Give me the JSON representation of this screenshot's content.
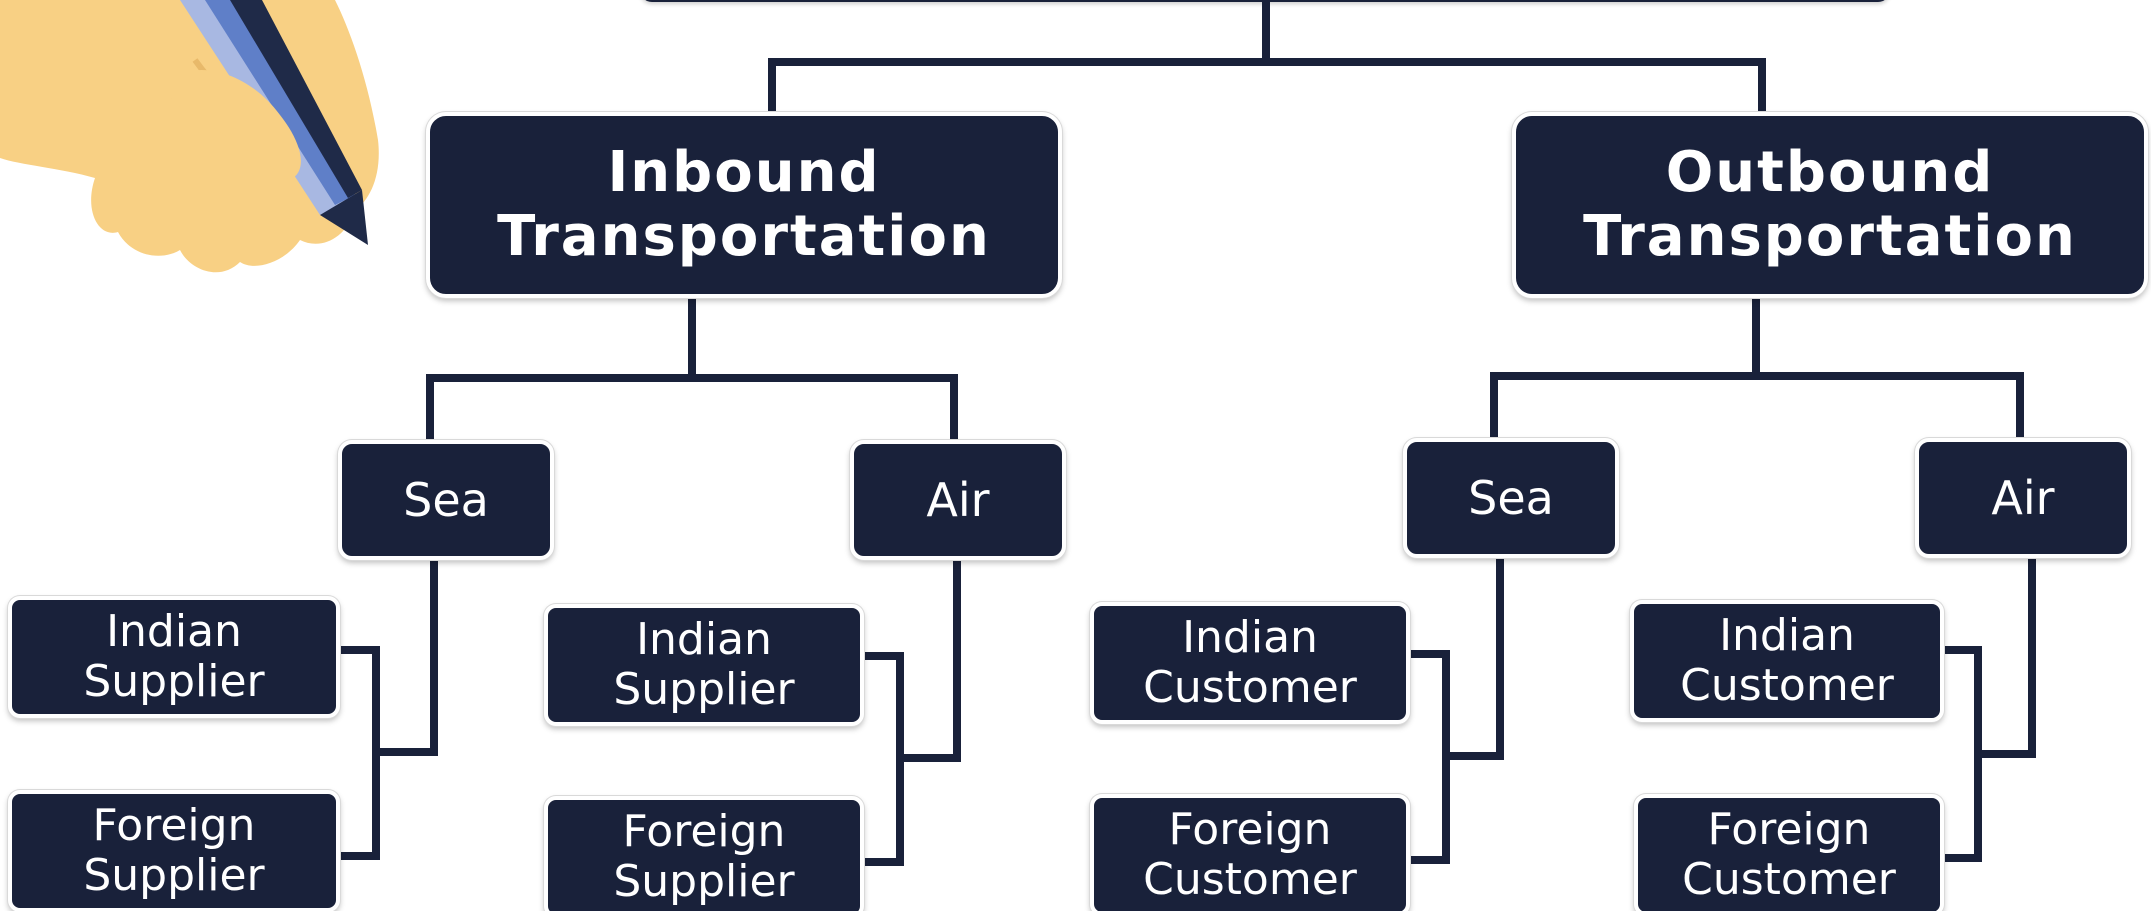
{
  "colors": {
    "box_fill": "#19213a",
    "box_text": "#ffffff",
    "connector": "#19213a",
    "hand_skin": "#f8d084",
    "pencil_dark": "#1f2a48",
    "pencil_blue": "#5f7fc8",
    "pencil_light": "#a8b8e2"
  },
  "icons": {
    "hand": "hand-holding-pencil-icon"
  },
  "inbound": {
    "title_line1": "Inbound",
    "title_line2": "Transportation",
    "sea": {
      "label": "Sea",
      "leaf1_line1": "Indian",
      "leaf1_line2": "Supplier",
      "leaf2_line1": "Foreign",
      "leaf2_line2": "Supplier"
    },
    "air": {
      "label": "Air",
      "leaf1_line1": "Indian",
      "leaf1_line2": "Supplier",
      "leaf2_line1": "Foreign",
      "leaf2_line2": "Supplier"
    }
  },
  "outbound": {
    "title_line1": "Outbound",
    "title_line2": "Transportation",
    "sea": {
      "label": "Sea",
      "leaf1_line1": "Indian",
      "leaf1_line2": "Customer",
      "leaf2_line1": "Foreign",
      "leaf2_line2": "Customer"
    },
    "air": {
      "label": "Air",
      "leaf1_line1": "Indian",
      "leaf1_line2": "Customer",
      "leaf2_line1": "Foreign",
      "leaf2_line2": "Customer"
    }
  }
}
